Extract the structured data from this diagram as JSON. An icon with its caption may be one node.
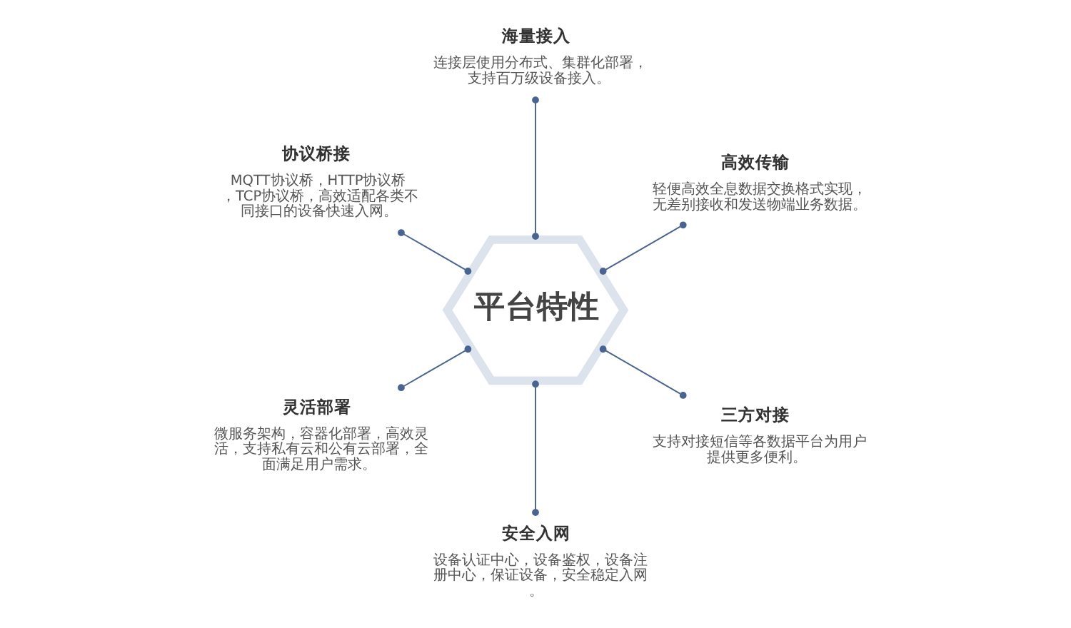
{
  "diagram": {
    "nodes": [
      {
        "text": [
          "高效传输",
          "轻便高效全息数据交换格式实现，无差别接收和发送物端业务数据。"
        ]
      },
      {
        "text": [
          "海量接入",
          "连接层使用分布式、集群化部署，支持百万级设备接入。"
        ]
      },
      {
        "text": [
          "平台特性"
        ]
      },
      {
        "text": [
          "协议桥接",
          "MQTT协议桥，HTTP协议桥，TCP协议桥，高效适配各类不同接口的设备快速入网。"
        ]
      },
      {
        "text": [
          "灵活部署",
          "微服务架构，容器化部署，高效灵活，支持私有云和公有云部署，全面满足用户需求。"
        ]
      },
      {
        "text": [
          "安全入网",
          "设备认证中心，设备鉴权，设备注册中心，保证设备，安全稳定入网。"
        ]
      },
      {
        "text": [
          "三方对接",
          "支持对接短信等各数据平台为用户提供更多便利。"
        ]
      }
    ],
    "edges": [
      {
        "from": 2,
        "to": 0,
        "arrow": "other"
      },
      {
        "from": 2,
        "to": 1,
        "arrow": "other"
      },
      {
        "from": 2,
        "to": 3,
        "arrow": "other"
      },
      {
        "from": 2,
        "to": 4,
        "arrow": "other"
      },
      {
        "from": 2,
        "to": 5,
        "arrow": "other"
      },
      {
        "from": 2,
        "to": 6,
        "arrow": "other"
      }
    ]
  }
}
